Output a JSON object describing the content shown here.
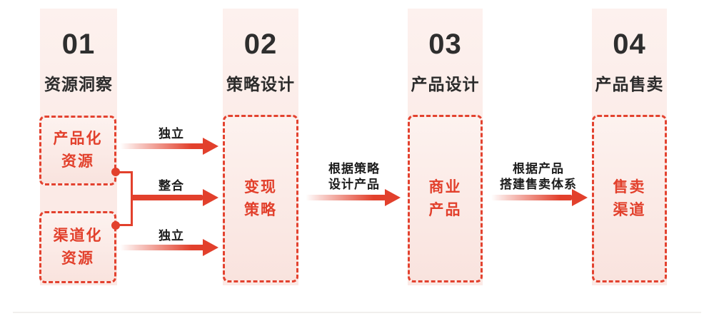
{
  "stages": [
    {
      "number": "01",
      "title": "资源洞察"
    },
    {
      "number": "02",
      "title": "策略设计"
    },
    {
      "number": "03",
      "title": "产品设计"
    },
    {
      "number": "04",
      "title": "产品售卖"
    }
  ],
  "boxes": [
    {
      "label": "产品化资源",
      "lines": [
        "产品化",
        "资源"
      ]
    },
    {
      "label": "渠道化资源",
      "lines": [
        "渠道化",
        "资源"
      ]
    },
    {
      "label": "变现策略",
      "lines": [
        "变现",
        "策略"
      ]
    },
    {
      "label": "商业产品",
      "lines": [
        "商业",
        "产品"
      ]
    },
    {
      "label": "售卖渠道",
      "lines": [
        "售卖",
        "渠道"
      ]
    }
  ],
  "arrows": [
    {
      "label": "独立"
    },
    {
      "label": "整合"
    },
    {
      "label": "独立"
    },
    {
      "label": "根据策略设计产品",
      "lines": [
        "根据策略",
        "设计产品"
      ]
    },
    {
      "label": "根据产品搭建售卖体系",
      "lines": [
        "根据产品",
        "搭建售卖体系"
      ]
    }
  ],
  "colors": {
    "red": "#e2402c",
    "dark": "#2e2e2e"
  }
}
